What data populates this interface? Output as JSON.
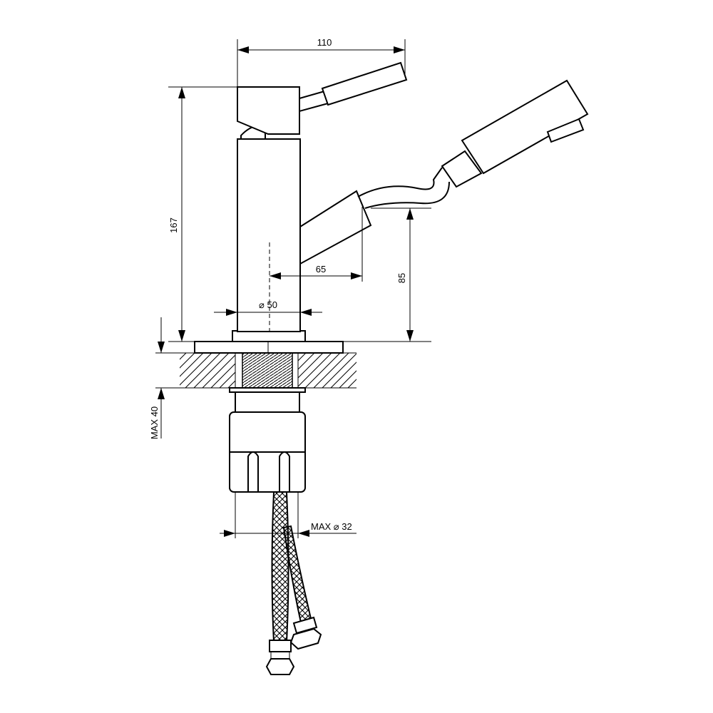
{
  "drawing": {
    "line_color": "#000000",
    "background": "#ffffff"
  },
  "dimensions": {
    "width_total": "110",
    "height_total": "167",
    "handle_reach": "65",
    "handle_height": "85",
    "body_diameter": "⌀ 50",
    "max_thickness": "MAX 40",
    "max_hole_diameter": "MAX ⌀ 32"
  }
}
